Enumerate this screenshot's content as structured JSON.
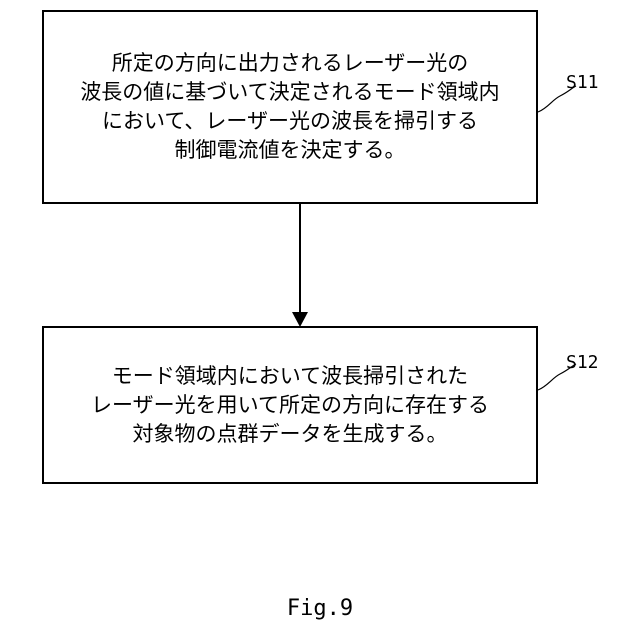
{
  "steps": [
    {
      "id": "S11",
      "lines": [
        "所定の方向に出力されるレーザー光の",
        "波長の値に基づいて決定されるモード領域内",
        "において、レーザー光の波長を掃引する",
        "制御電流値を決定する。"
      ]
    },
    {
      "id": "S12",
      "lines": [
        "モード領域内において波長掃引された",
        "レーザー光を用いて所定の方向に存在する",
        "対象物の点群データを生成する。"
      ]
    }
  ],
  "caption": "Fig.9"
}
